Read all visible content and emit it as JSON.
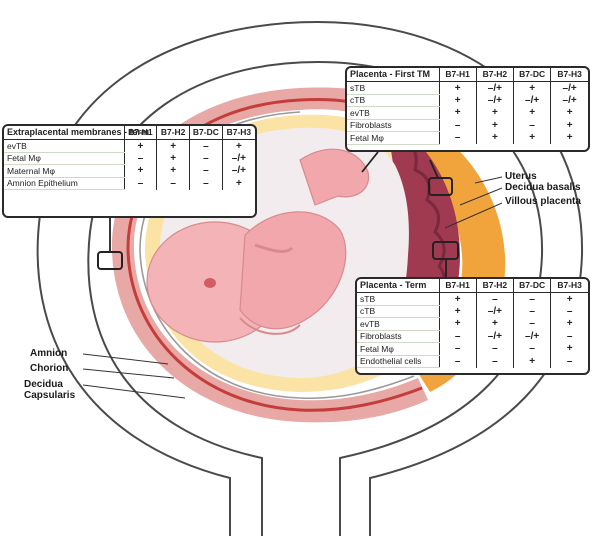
{
  "labels": {
    "amnion": "Amnion",
    "chorion": "Chorion",
    "decidua_capsularis": "Decidua\nCapsularis",
    "uterus": "Uterus",
    "decidua_basalis": "Decidua basalis",
    "villous_placenta": "Villous placenta"
  },
  "tables": [
    {
      "id": "extra",
      "title": "Extraplacental membranes - term",
      "columns": [
        "B7-H1",
        "B7-H2",
        "B7-DC",
        "B7-H3"
      ],
      "rows": [
        {
          "label": "evTB",
          "values": [
            "+",
            "+",
            "–",
            "+"
          ]
        },
        {
          "label": "Fetal Mφ",
          "values": [
            "–",
            "+",
            "–",
            "–/+"
          ]
        },
        {
          "label": "Maternal Mφ",
          "values": [
            "+",
            "+",
            "–",
            "–/+"
          ]
        },
        {
          "label": "Amnion Epithelium",
          "values": [
            "–",
            "–",
            "–",
            "+"
          ]
        }
      ]
    },
    {
      "id": "first",
      "title": "Placenta - First TM",
      "columns": [
        "B7-H1",
        "B7-H2",
        "B7-DC",
        "B7-H3"
      ],
      "rows": [
        {
          "label": "sTB",
          "values": [
            "+",
            "–/+",
            "+",
            "–/+"
          ]
        },
        {
          "label": "cTB",
          "values": [
            "+",
            "–/+",
            "–/+",
            "–/+"
          ]
        },
        {
          "label": "evTB",
          "values": [
            "+",
            "+",
            "+",
            "+"
          ]
        },
        {
          "label": "Fibroblasts",
          "values": [
            "–",
            "+",
            "–",
            "+"
          ]
        },
        {
          "label": "Fetal Mφ",
          "values": [
            "–",
            "+",
            "+",
            "+"
          ]
        }
      ]
    },
    {
      "id": "term",
      "title": "Placenta - Term",
      "columns": [
        "B7-H1",
        "B7-H2",
        "B7-DC",
        "B7-H3"
      ],
      "rows": [
        {
          "label": "sTB",
          "values": [
            "+",
            "–",
            "–",
            "+"
          ]
        },
        {
          "label": "cTB",
          "values": [
            "+",
            "–/+",
            "–",
            "–"
          ]
        },
        {
          "label": "evTB",
          "values": [
            "+",
            "+",
            "–",
            "+"
          ]
        },
        {
          "label": "Fibroblasts",
          "values": [
            "–",
            "–/+",
            "–/+",
            "–"
          ]
        },
        {
          "label": "Fetal Mφ",
          "values": [
            "–",
            "–",
            "–",
            "+"
          ]
        },
        {
          "label": "Endothelial cells",
          "values": [
            "–",
            "–",
            "+",
            "–"
          ]
        }
      ]
    }
  ]
}
